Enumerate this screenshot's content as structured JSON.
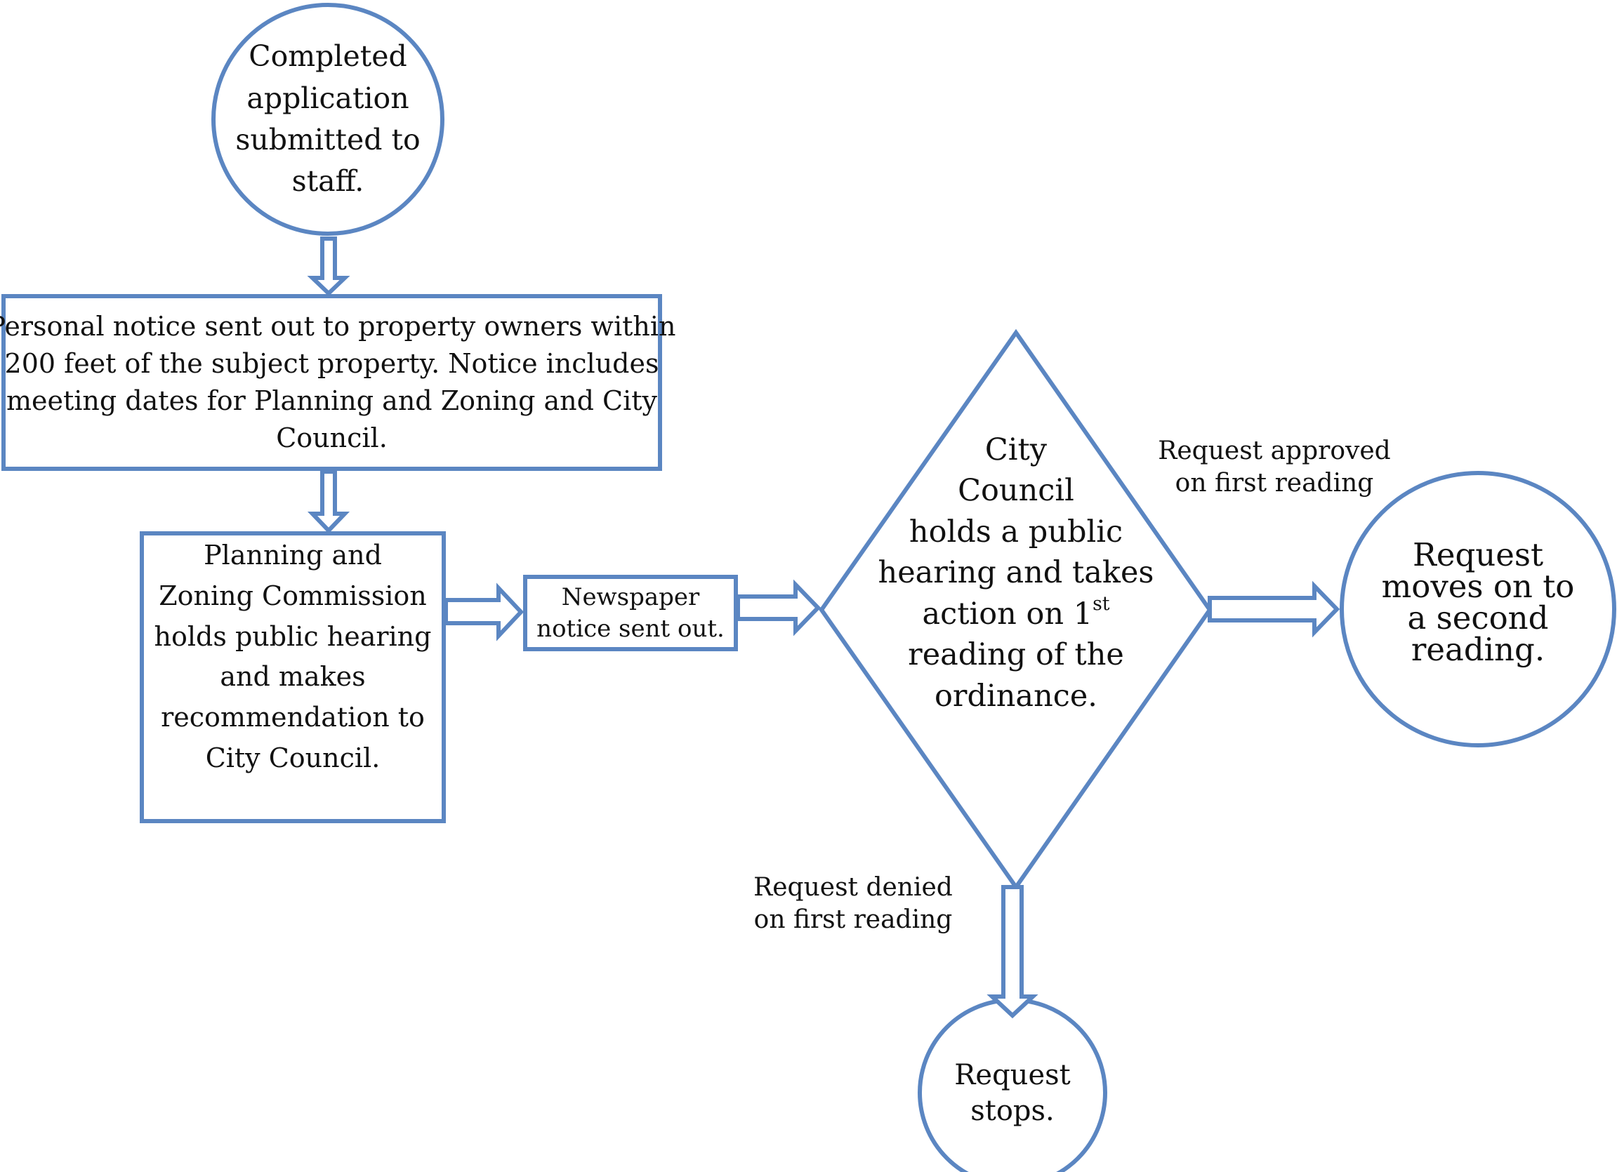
{
  "style": {
    "accent": "#5b86c2",
    "background": "#ffffff",
    "text": "#111111"
  },
  "nodes": {
    "start": {
      "shape": "circle",
      "lines": [
        "Completed",
        "application",
        "submitted to",
        "staff."
      ]
    },
    "personal_notice": {
      "shape": "rectangle",
      "lines": [
        "Personal notice sent out to property owners within",
        "200 feet of the subject property. Notice includes",
        "meeting dates for Planning and Zoning and City",
        "Council."
      ]
    },
    "planning_zoning": {
      "shape": "rectangle",
      "lines": [
        "Planning and",
        "Zoning Commission",
        "holds public hearing",
        "and makes",
        "recommendation to",
        "City Council."
      ]
    },
    "newspaper": {
      "shape": "rectangle",
      "lines": [
        "Newspaper",
        "notice sent out."
      ]
    },
    "city_council": {
      "shape": "diamond",
      "lines": [
        "City",
        "Council",
        "holds a public",
        "hearing and takes"
      ],
      "line5_prefix": "action on 1",
      "line5_sup": "st",
      "lines_after": [
        "reading of  the",
        "ordinance."
      ]
    },
    "second_reading": {
      "shape": "circle",
      "lines": [
        "Request",
        "moves on to",
        "a second",
        "reading."
      ]
    },
    "stops": {
      "shape": "circle",
      "lines": [
        "Request",
        "stops."
      ]
    }
  },
  "edges": {
    "approved_label": [
      "Request approved",
      "on first reading"
    ],
    "denied_label": [
      "Request denied",
      "on first reading"
    ]
  }
}
